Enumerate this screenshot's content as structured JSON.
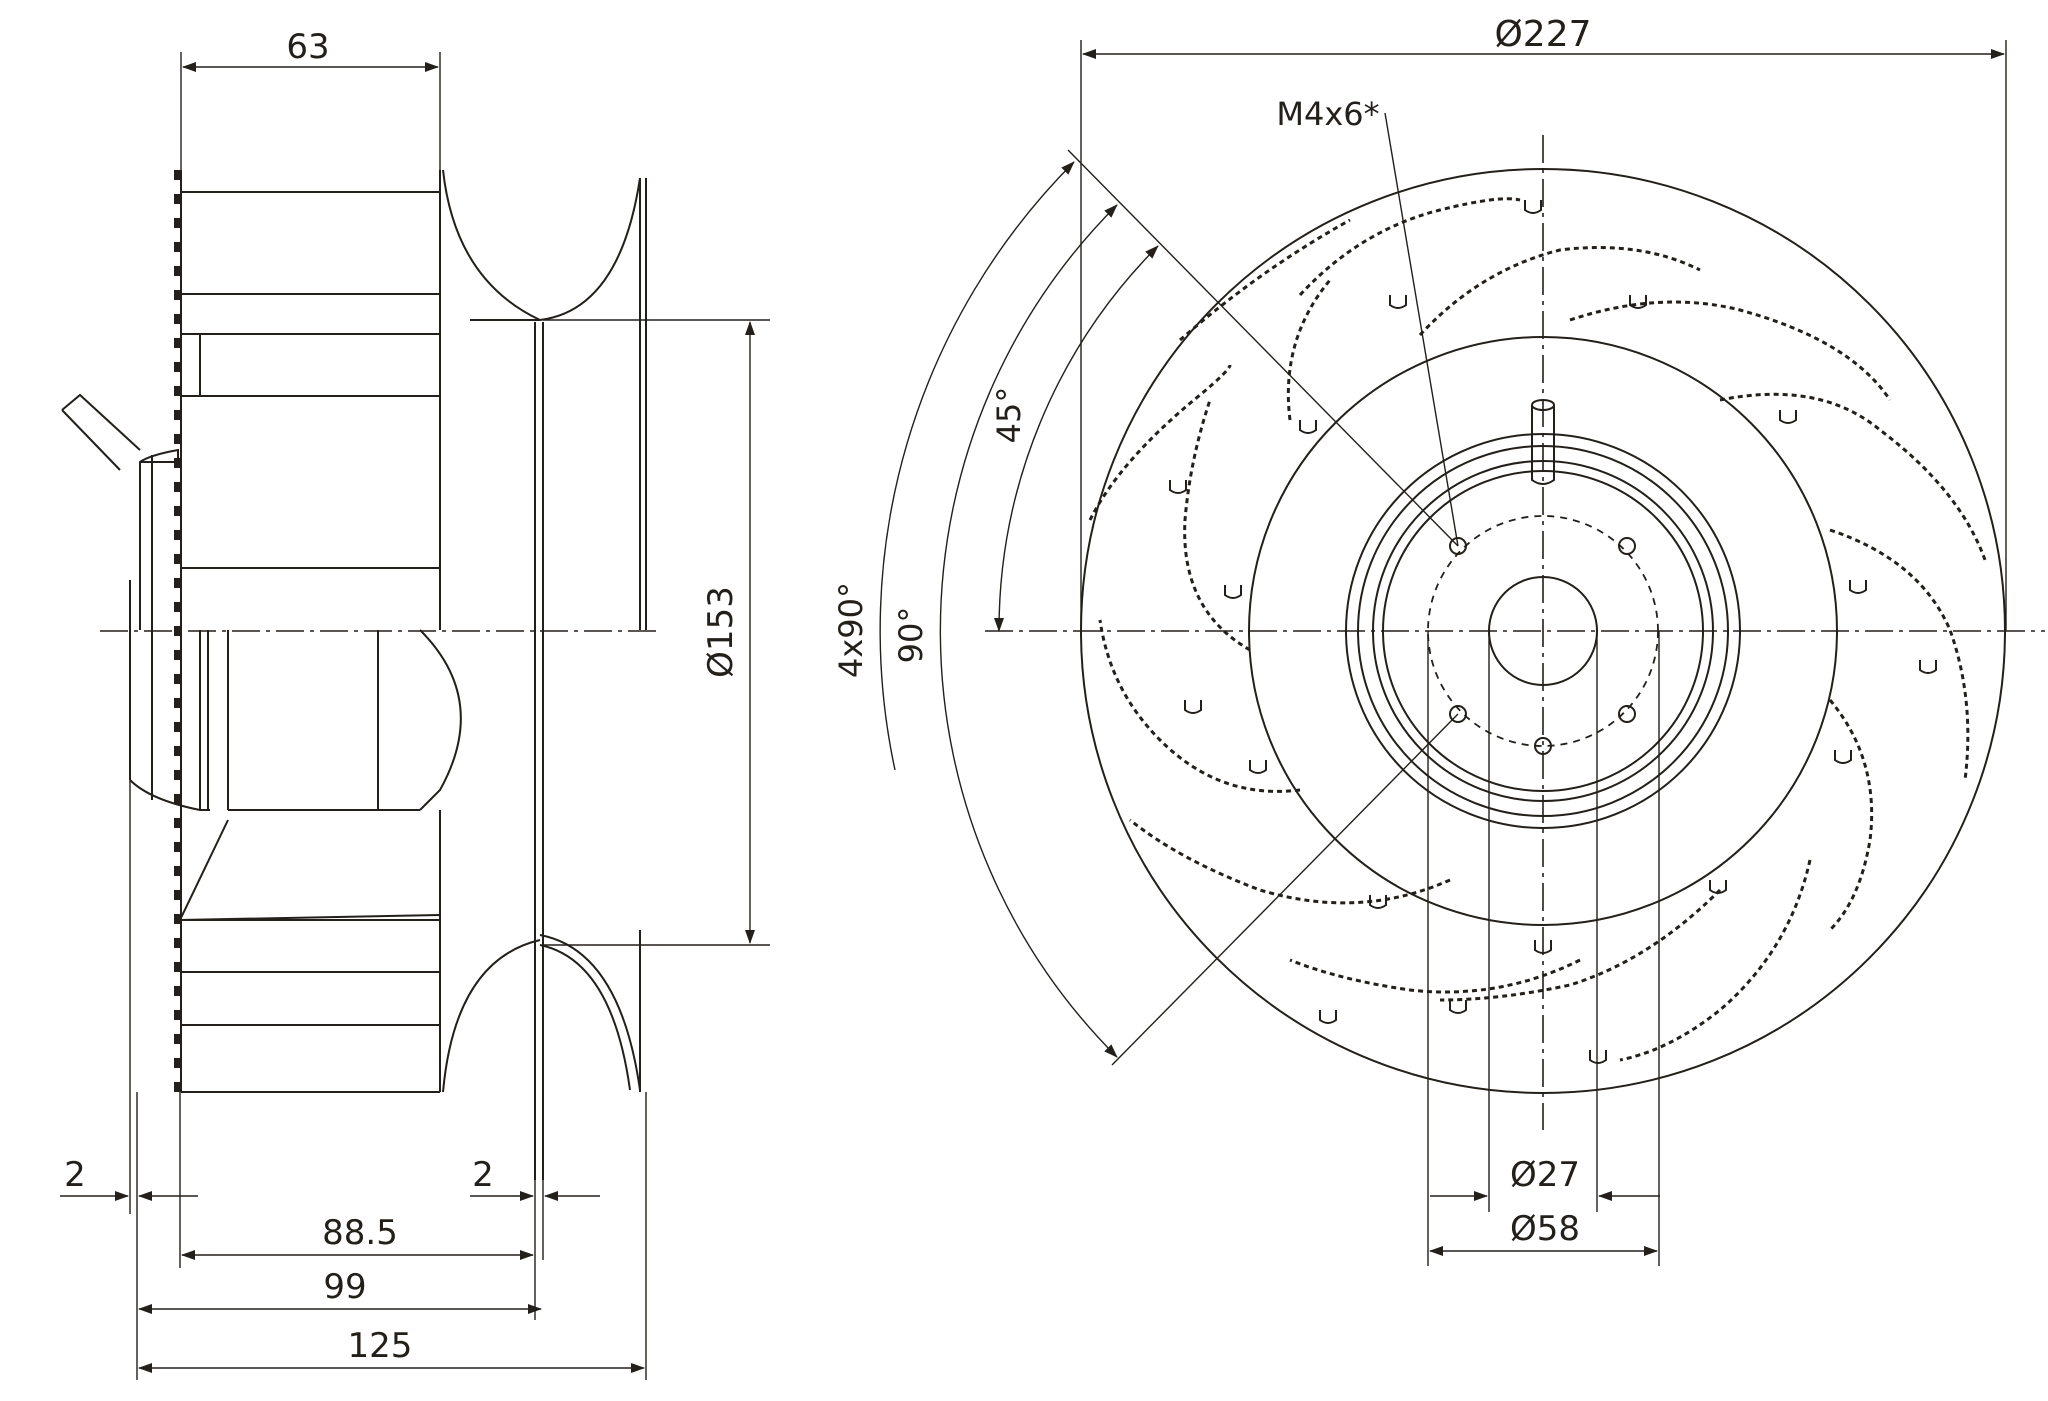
{
  "dimensions": {
    "top_width": "63",
    "outlet_diameter": "Ø153",
    "hub_offset_left": "2",
    "hub_offset_right": "2",
    "depth_blades": "88.5",
    "depth_total_body": "99",
    "overall_length": "125",
    "outer_diameter": "Ø227",
    "screw_callout": "M4x6*",
    "angle_45": "45°",
    "angle_90": "90°",
    "angle_4x90": "4x90°",
    "bore_diameter": "Ø27",
    "hub_diameter": "Ø58"
  },
  "colors": {
    "line": "#231f1a",
    "background": "#ffffff"
  }
}
